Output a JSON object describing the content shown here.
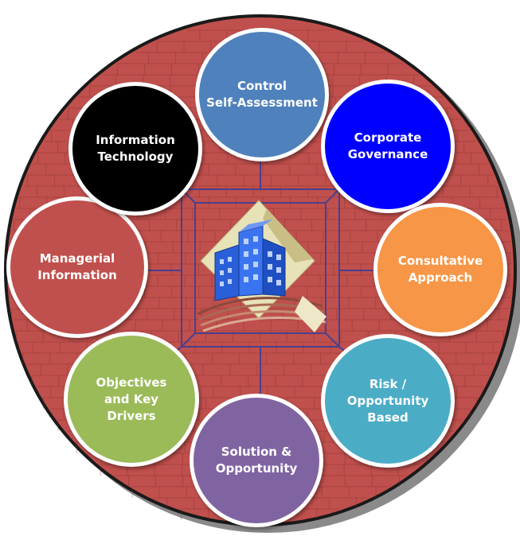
{
  "colors": {
    "ring_fill": "#c0504d",
    "ring_border": "#1a1a1a",
    "grid_line": "#4b3f8c",
    "shadow": "#8a8a8a"
  },
  "center": {
    "logo_icon": "building-logo-icon"
  },
  "nodes": [
    {
      "id": "control-self-assessment",
      "label": "Control\nSelf-Assessment",
      "color": "#4f81bd"
    },
    {
      "id": "corporate-governance",
      "label": "Corporate\nGovernance",
      "color": "#0000ff"
    },
    {
      "id": "consultative-approach",
      "label": "Consultative\nApproach",
      "color": "#f79646"
    },
    {
      "id": "risk-opportunity-based",
      "label": "Risk /\nOpportunity\nBased",
      "color": "#4bacc6"
    },
    {
      "id": "solution-opportunity",
      "label": "Solution &\nOpportunity",
      "color": "#8064a2"
    },
    {
      "id": "objectives-key-drivers",
      "label": "Objectives\nand Key\nDrivers",
      "color": "#9bbb59"
    },
    {
      "id": "managerial-information",
      "label": "Managerial\nInformation",
      "color": "#c0504d"
    },
    {
      "id": "information-technology",
      "label": "Information\nTechnology",
      "color": "#000000"
    }
  ]
}
